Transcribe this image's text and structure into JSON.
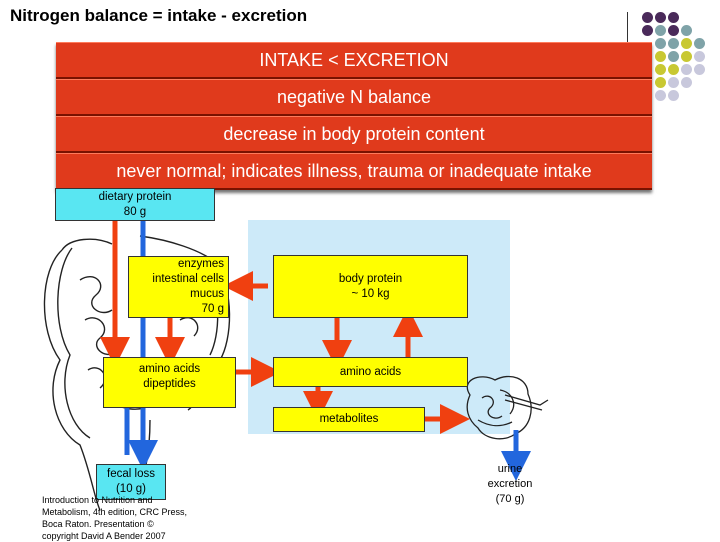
{
  "title": "Nitrogen balance = intake - excretion",
  "bands": [
    {
      "text": "INTAKE < EXCRETION"
    },
    {
      "text": "negative N balance"
    },
    {
      "text": "decrease in body protein content"
    },
    {
      "text": "never normal; indicates illness, trauma or inadequate intake"
    }
  ],
  "boxes": {
    "dietary_protein": {
      "line1": "dietary protein",
      "line2": "80 g"
    },
    "gut_secretions": {
      "line1": "enzymes",
      "line2": "intestinal cells",
      "line3": "mucus",
      "line4": "70 g"
    },
    "gut_amino_acids": {
      "line1": "amino acids",
      "line2": "dipeptides"
    },
    "body_protein": {
      "line1": "body protein",
      "line2": "~ 10 kg"
    },
    "plasma_amino_acids": {
      "line1": "amino acids"
    },
    "metabolites": {
      "line1": "metabolites"
    },
    "fecal_loss": {
      "line1": "fecal loss",
      "line2": "(10 g)"
    },
    "urine": {
      "line1": "urine",
      "line2": "excretion",
      "line3": "(70 g)"
    }
  },
  "credit": "Introduction to Nutrition and Metabolism, 4th edition, CRC Press, Boca Raton. Presentation © copyright David A Bender 2007",
  "colors": {
    "band": "#e03a1c",
    "arrow_red": "#f04010",
    "arrow_blue": "#2266dd",
    "box_yellow": "#ffff00",
    "box_cyan": "#59e6f2",
    "panel": "#cdeaf9",
    "dot_purple": "#4a2a5a",
    "dot_teal": "#7fa3a8",
    "dot_olive": "#c8c832",
    "dot_lavender": "#c8c8dc"
  },
  "icons": [
    "intestine-drawing",
    "kidney-drawing",
    "decorative-dot-grid"
  ]
}
